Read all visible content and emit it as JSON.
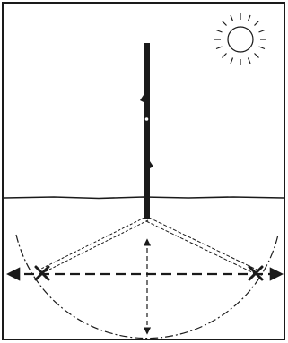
{
  "diagram": {
    "elements": [
      {
        "role": "sun",
        "icon": "sun-icon"
      },
      {
        "role": "gnomon-stick"
      },
      {
        "role": "ground-line"
      },
      {
        "role": "shadow-arc"
      },
      {
        "role": "shadow-to-left-mark"
      },
      {
        "role": "shadow-to-right-mark"
      },
      {
        "role": "east-west-line",
        "arrows": "both"
      },
      {
        "role": "north-south-line",
        "arrows": "both"
      },
      {
        "role": "left-cross-mark"
      },
      {
        "role": "right-cross-mark"
      }
    ],
    "colors": {
      "ink": "#1a1a1a",
      "background": "#ffffff"
    }
  }
}
